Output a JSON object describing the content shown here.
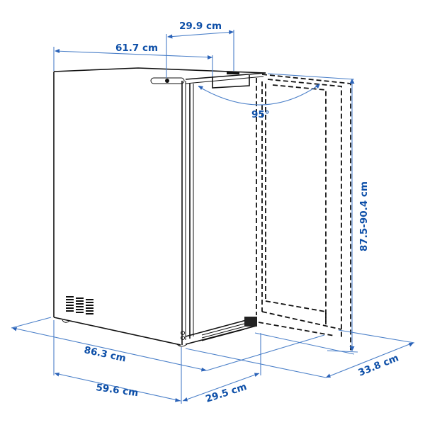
{
  "diagram": {
    "subject": "under-counter refrigerator with glass door, dimension drawing",
    "accent_color": "#0d4fa8",
    "dimension_line_color": "#4a7fc8",
    "outline_color": "#111111",
    "dimensions": {
      "top_depth": "61.7 cm",
      "handle_offset": "29.9 cm",
      "door_angle": "95°",
      "height": "87.5-90.4 cm",
      "depth_door_open": "86.3 cm",
      "width": "59.6 cm",
      "door_depth": "29.5 cm",
      "door_swing_width": "33.8 cm"
    }
  }
}
